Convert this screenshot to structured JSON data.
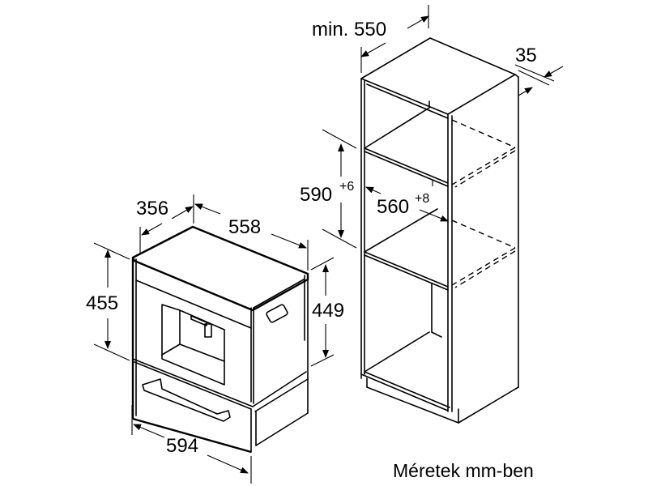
{
  "diagram": {
    "subject": "built-in coffee machine and tall cabinet niche",
    "note": "Méretek mm-ben",
    "appliance_dimensions": {
      "depth": "356",
      "width_top": "558",
      "height_total": "455",
      "height_body": "449",
      "width_front": "594"
    },
    "cabinet_dimensions": {
      "depth": "min. 550",
      "rear_gap": "35",
      "niche_height": "590",
      "niche_height_tol": "+6",
      "niche_width": "560",
      "niche_width_tol": "+8"
    },
    "colors": {
      "line": "#000000",
      "background": "#ffffff"
    }
  }
}
